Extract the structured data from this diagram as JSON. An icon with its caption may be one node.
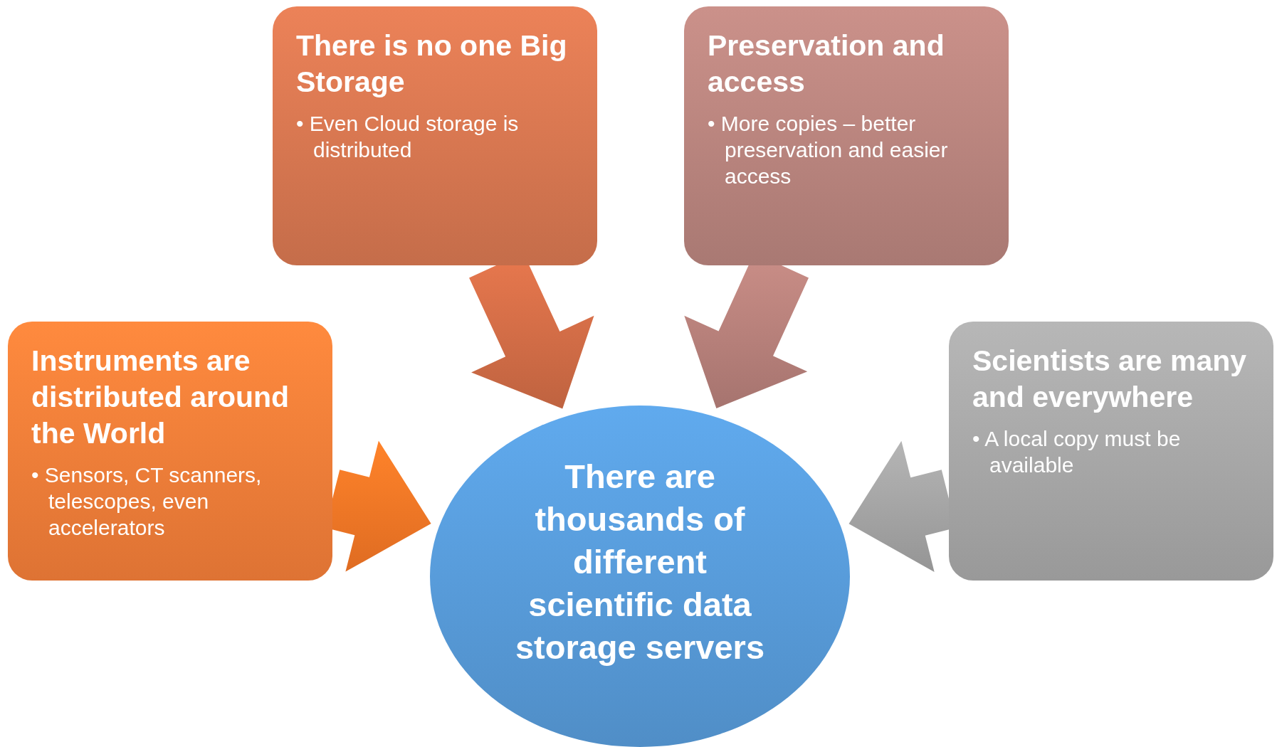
{
  "diagram": {
    "nodes": [
      {
        "text": [
          "There is no one Big Storage",
          "• Even Cloud storage is distributed"
        ]
      },
      {
        "text": [
          "Preservation and access",
          "• More copies – better preservation and easier access"
        ]
      },
      {
        "text": [
          "Instruments are distributed around the World",
          "• Sensors, CT scanners, telescopes, even accelerators"
        ]
      },
      {
        "text": [
          "There are thousands of different scientific data storage servers"
        ]
      },
      {
        "text": [
          "Scientists are many and everywhere",
          "• A local copy must be available"
        ]
      }
    ],
    "edges": [
      {
        "from": 0,
        "to": 3,
        "arrow": "to",
        "style": "thick",
        "color": "#cd6a45"
      },
      {
        "from": 1,
        "to": 3,
        "arrow": "to",
        "style": "thick",
        "color": "#b27d77"
      },
      {
        "from": 2,
        "to": 3,
        "arrow": "to",
        "style": "thick",
        "color": "#ef7425"
      },
      {
        "from": 4,
        "to": 3,
        "arrow": "to",
        "style": "thick",
        "color": "#a0a0a0"
      }
    ]
  }
}
